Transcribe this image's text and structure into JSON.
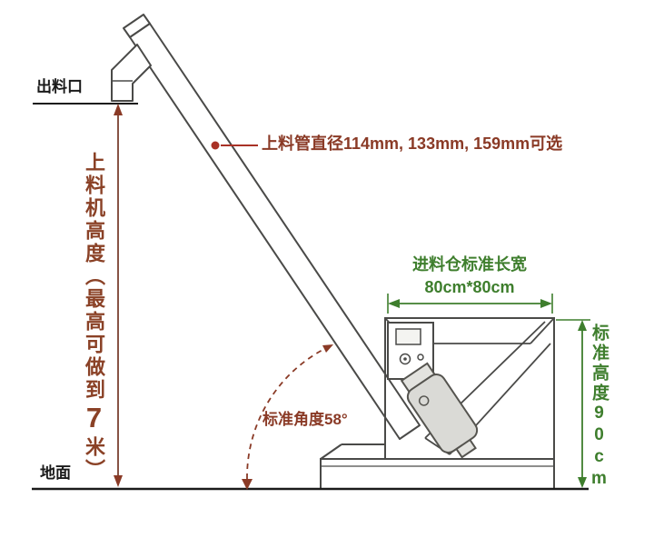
{
  "labels": {
    "outlet": "出料口",
    "ground": "地面"
  },
  "height_dim": {
    "prefix": "上料机高度（最高可做到",
    "big": "7",
    "suffix": "米）"
  },
  "pipe_note": "上料管直径114mm, 133mm, 159mm可选",
  "angle_note": "标准角度58°",
  "hopper_dim": {
    "title": "进料仓标准长宽",
    "value": "80cm*80cm"
  },
  "right_dim": "标准高度90cm",
  "colors": {
    "annotation_brown": "#8a3a26",
    "annotation_green": "#3e7e2d",
    "callout_red": "#a93226",
    "line_dark": "#4a4a48",
    "text_black": "#1a1a1a"
  }
}
